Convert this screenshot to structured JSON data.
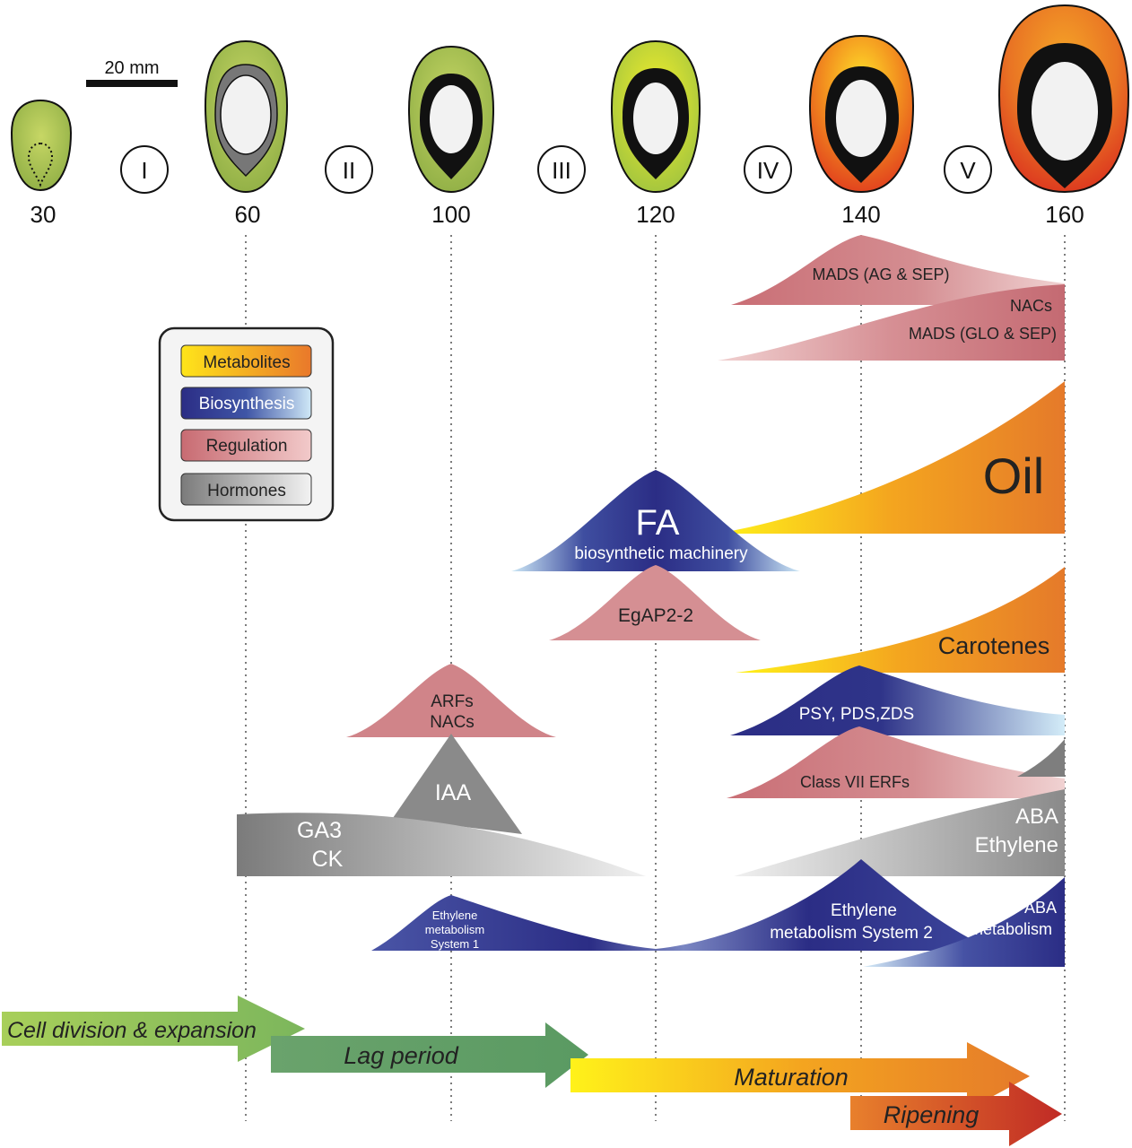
{
  "scale_bar": {
    "label": "20 mm"
  },
  "days": [
    "30",
    "60",
    "100",
    "120",
    "140",
    "160"
  ],
  "stages": [
    "I",
    "II",
    "III",
    "IV",
    "V"
  ],
  "legend": {
    "metabolites": "Metabolites",
    "biosynthesis": "Biosynthesis",
    "regulation": "Regulation",
    "hormones": "Hormones"
  },
  "labels": {
    "mads_ag_sep": "MADS (AG & SEP)",
    "nacs_top": "NACs",
    "mads_glo_sep": "MADS (GLO & SEP)",
    "oil": "Oil",
    "fa": "FA",
    "fa_machinery": "biosynthetic  machinery",
    "egap2": "EgAP2-2",
    "carotenes": "Carotenes",
    "arfs": "ARFs",
    "nacs_mid": "NACs",
    "psy": "PSY, PDS,ZDS",
    "iaa": "IAA",
    "class7": "Class VII ERFs",
    "ga3": "GA3",
    "ck": "CK",
    "aba": "ABA",
    "ethylene": "Ethylene",
    "eth1_a": "Ethylene",
    "eth1_b": "metabolism",
    "eth1_c": "System 1",
    "eth2_a": "Ethylene",
    "eth2_b": "metabolism System 2",
    "abam_a": "ABA",
    "abam_b": "metabolism"
  },
  "phases": {
    "cell_division": "Cell division & expansion",
    "lag": "Lag period",
    "maturation": "Maturation",
    "ripening": "Ripening"
  },
  "colors": {
    "regulation": "#c9767b",
    "biosynthesis": "#2e2e86",
    "hormones": "#8a8a8a",
    "metabolites_start": "#f5e61a",
    "metabolites_end": "#e6802b"
  }
}
